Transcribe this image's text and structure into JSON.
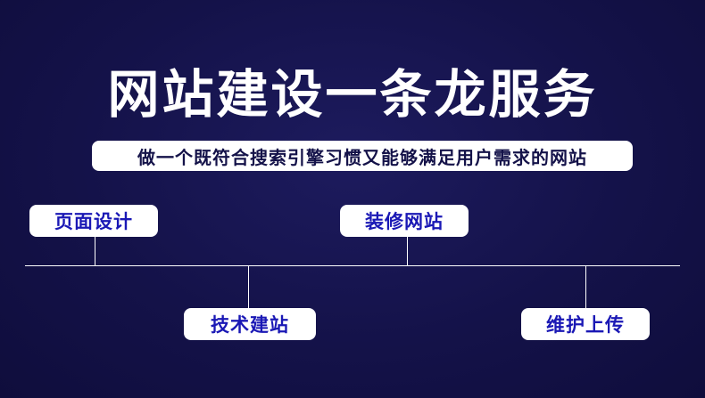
{
  "title": "网站建设一条龙服务",
  "subtitle": "做一个既符合搜索引擎习惯又能够满足用户需求的网站",
  "timeline": {
    "top_nodes": [
      {
        "label": "页面设计"
      },
      {
        "label": "装修网站"
      }
    ],
    "bottom_nodes": [
      {
        "label": "技术建站"
      },
      {
        "label": "维护上传"
      }
    ]
  },
  "colors": {
    "background": "#141249",
    "text_primary": "#ffffff",
    "node_text": "#1a18b5",
    "pill_background": "#ffffff"
  }
}
